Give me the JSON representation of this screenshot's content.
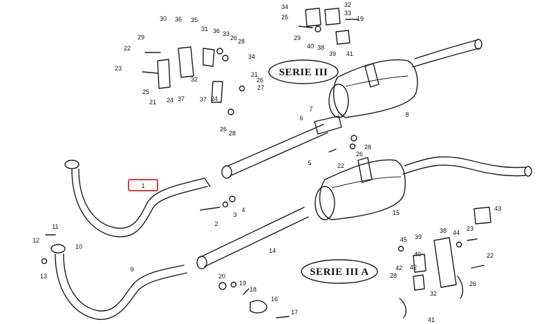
{
  "labels": {
    "serie3": "SERIE III",
    "serie3a": "SERIE III A"
  },
  "highlight": {
    "part": "1",
    "color": "#e0383a"
  },
  "part_numbers": {
    "top_left": [
      "30",
      "36",
      "35",
      "31",
      "36",
      "33",
      "26",
      "28",
      "29",
      "22",
      "34",
      "23",
      "25",
      "21",
      "24",
      "37",
      "32",
      "37",
      "24",
      "21",
      "26",
      "27",
      "26",
      "28"
    ],
    "top_mid": [
      "34",
      "25",
      "32",
      "33",
      "19",
      "29",
      "40",
      "38",
      "39",
      "41"
    ],
    "center": [
      "7",
      "6",
      "8",
      "26",
      "28",
      "22",
      "5",
      "4",
      "3",
      "2"
    ],
    "bottom": [
      "11",
      "10",
      "12",
      "13",
      "9",
      "14",
      "20",
      "19",
      "18",
      "16",
      "17",
      "15"
    ],
    "bottom_right": [
      "43",
      "45",
      "39",
      "38",
      "44",
      "23",
      "22",
      "42",
      "40",
      "42",
      "28",
      "32",
      "26",
      "41"
    ]
  }
}
